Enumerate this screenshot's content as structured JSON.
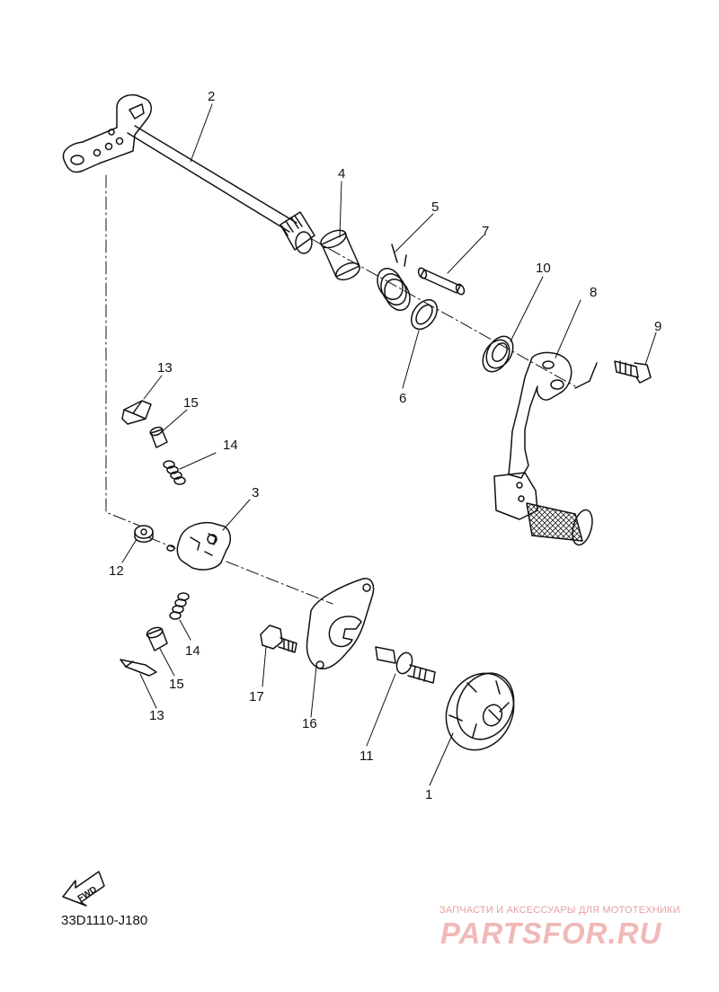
{
  "callouts": {
    "c1": "1",
    "c2": "2",
    "c3": "3",
    "c4": "4",
    "c5": "5",
    "c6": "6",
    "c7": "7",
    "c8": "8",
    "c9": "9",
    "c10": "10",
    "c11": "11",
    "c12": "12",
    "c13a": "13",
    "c13b": "13",
    "c14a": "14",
    "c14b": "14",
    "c15a": "15",
    "c15b": "15",
    "c16": "16",
    "c17": "17"
  },
  "fwd_label": "FWD",
  "diagram_code": "33D1110-J180",
  "watermark": {
    "tagline": "ЗАПЧАСТИ И АКСЕССУАРЫ ДЛЯ МОТОТЕХНИКИ",
    "logo": "PARTSFOR.RU"
  },
  "colors": {
    "line": "#111111",
    "watermark": "#f0b8b8"
  }
}
